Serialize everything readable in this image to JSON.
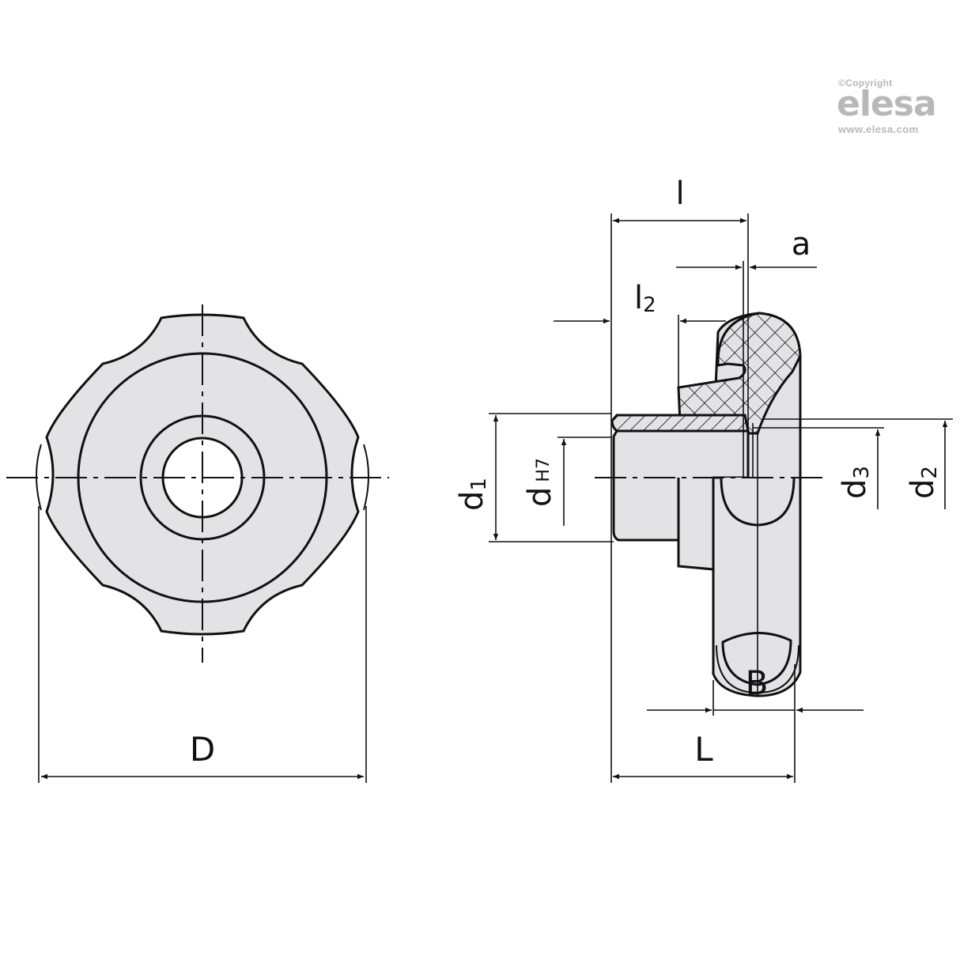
{
  "watermark": {
    "copyright": "©Copyright",
    "brand": "elesa",
    "url": "www.elesa.com",
    "color": "#b8b8b8"
  },
  "colors": {
    "line": "#111111",
    "fill": "#e3e3e6",
    "background": "#ffffff"
  },
  "front_view": {
    "dimension_label": "D"
  },
  "section_view": {
    "labels": {
      "l": "l",
      "a": "a",
      "l2_main": "l",
      "l2_sub": "2",
      "d1_main": "d",
      "d1_sub": "1",
      "d_main": "d",
      "d_tol": "H7",
      "d3_main": "d",
      "d3_sub": "3",
      "d2_main": "d",
      "d2_sub": "2",
      "B": "B",
      "L": "L"
    }
  }
}
